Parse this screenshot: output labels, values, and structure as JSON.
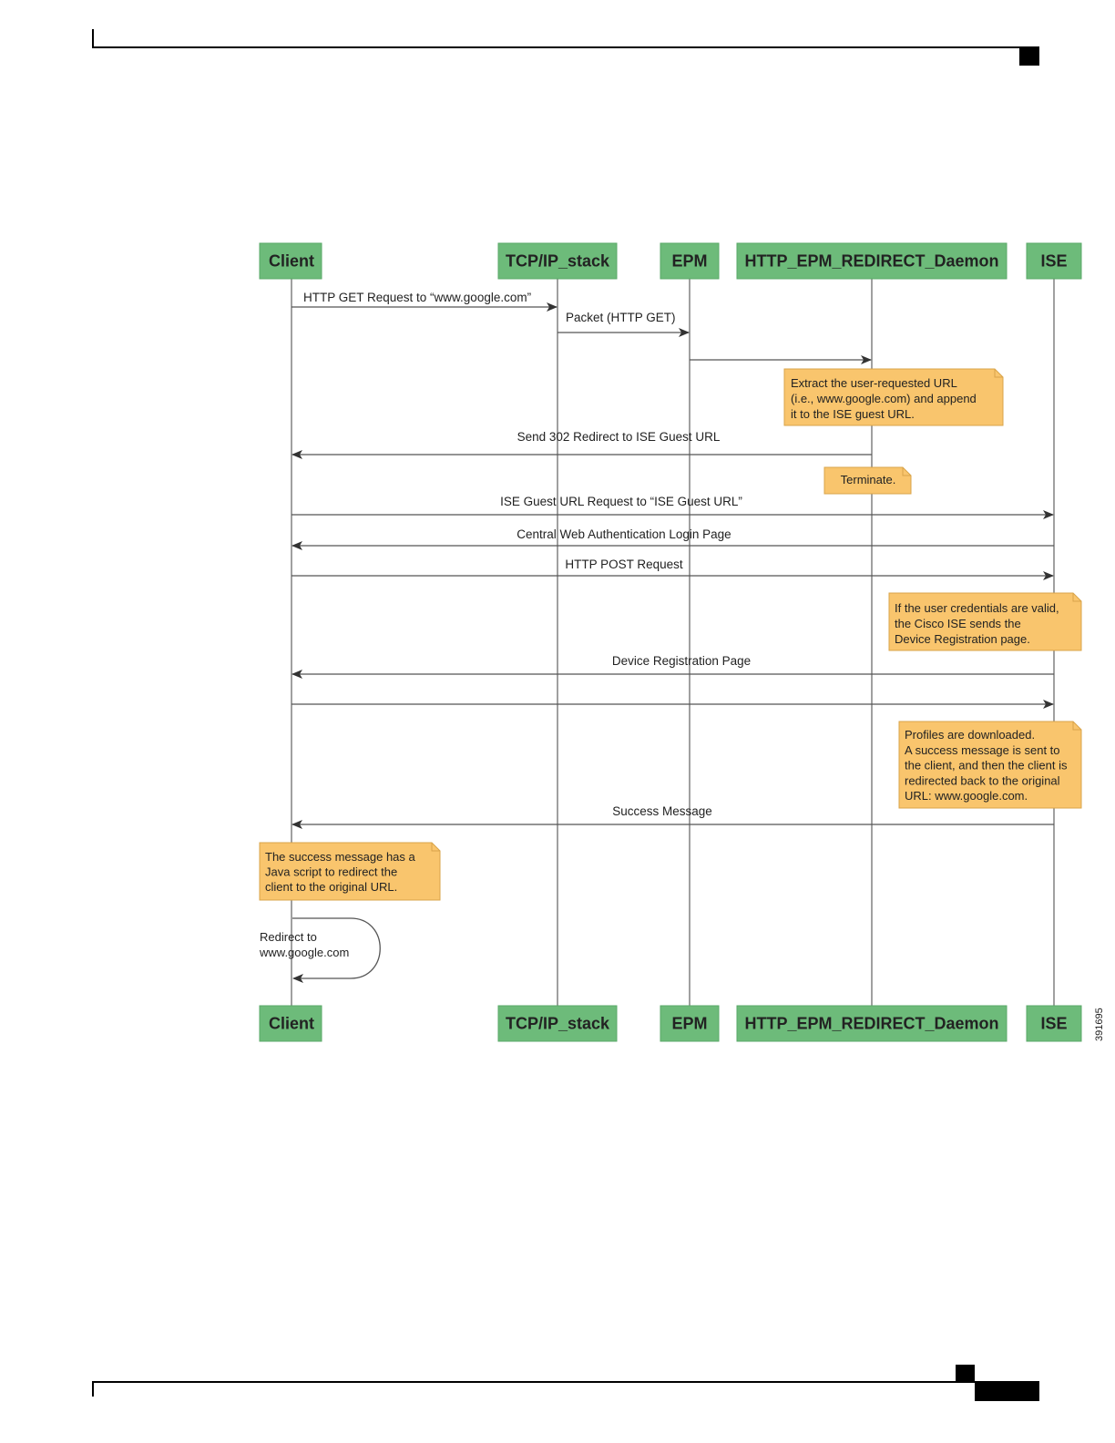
{
  "actors": [
    {
      "id": "client",
      "label": "Client"
    },
    {
      "id": "tcpip",
      "label": "TCP/IP_stack"
    },
    {
      "id": "epm",
      "label": "EPM"
    },
    {
      "id": "daemon",
      "label": "HTTP_EPM_REDIRECT_Daemon"
    },
    {
      "id": "ise",
      "label": "ISE"
    }
  ],
  "messages": [
    {
      "label": "HTTP GET Request to “www.google.com”",
      "from": "client",
      "to": "tcpip"
    },
    {
      "label": "Packet (HTTP GET)",
      "from": "tcpip",
      "to": "epm"
    },
    {
      "label": "",
      "from": "epm",
      "to": "daemon"
    },
    {
      "label": "Send 302 Redirect to ISE Guest URL",
      "from": "daemon",
      "to": "client"
    },
    {
      "label": "ISE Guest URL Request to “ISE Guest URL”",
      "from": "client",
      "to": "ise"
    },
    {
      "label": "Central Web Authentication Login Page",
      "from": "ise",
      "to": "client"
    },
    {
      "label": "HTTP POST Request",
      "from": "client",
      "to": "ise"
    },
    {
      "label": "Device Registration Page",
      "from": "ise",
      "to": "client"
    },
    {
      "label": "",
      "from": "client",
      "to": "ise"
    },
    {
      "label": "Success Message",
      "from": "ise",
      "to": "client"
    }
  ],
  "notes": [
    {
      "lines": [
        "Extract the user-requested URL",
        "(i.e., www.google.com) and append",
        "it to the ISE guest URL."
      ]
    },
    {
      "lines": [
        "Terminate."
      ]
    },
    {
      "lines": [
        "If the user credentials are valid,",
        "the Cisco ISE sends the",
        "Device Registration page."
      ]
    },
    {
      "lines": [
        "Profiles are downloaded.",
        "A success message is sent to",
        "the client, and then the client is",
        "redirected back to the original",
        "URL:  www.google.com."
      ]
    },
    {
      "lines": [
        "The success message has a",
        "Java script to redirect the",
        "client to the original URL."
      ]
    }
  ],
  "self_message": {
    "lines": [
      "Redirect to",
      "www.google.com"
    ]
  },
  "figure_id": "391695",
  "colors": {
    "actor_fill": "#6dbb7a",
    "actor_text": "#222222",
    "note_fill": "#f9c56d",
    "note_border": "#d9a44a",
    "line": "#555555"
  }
}
